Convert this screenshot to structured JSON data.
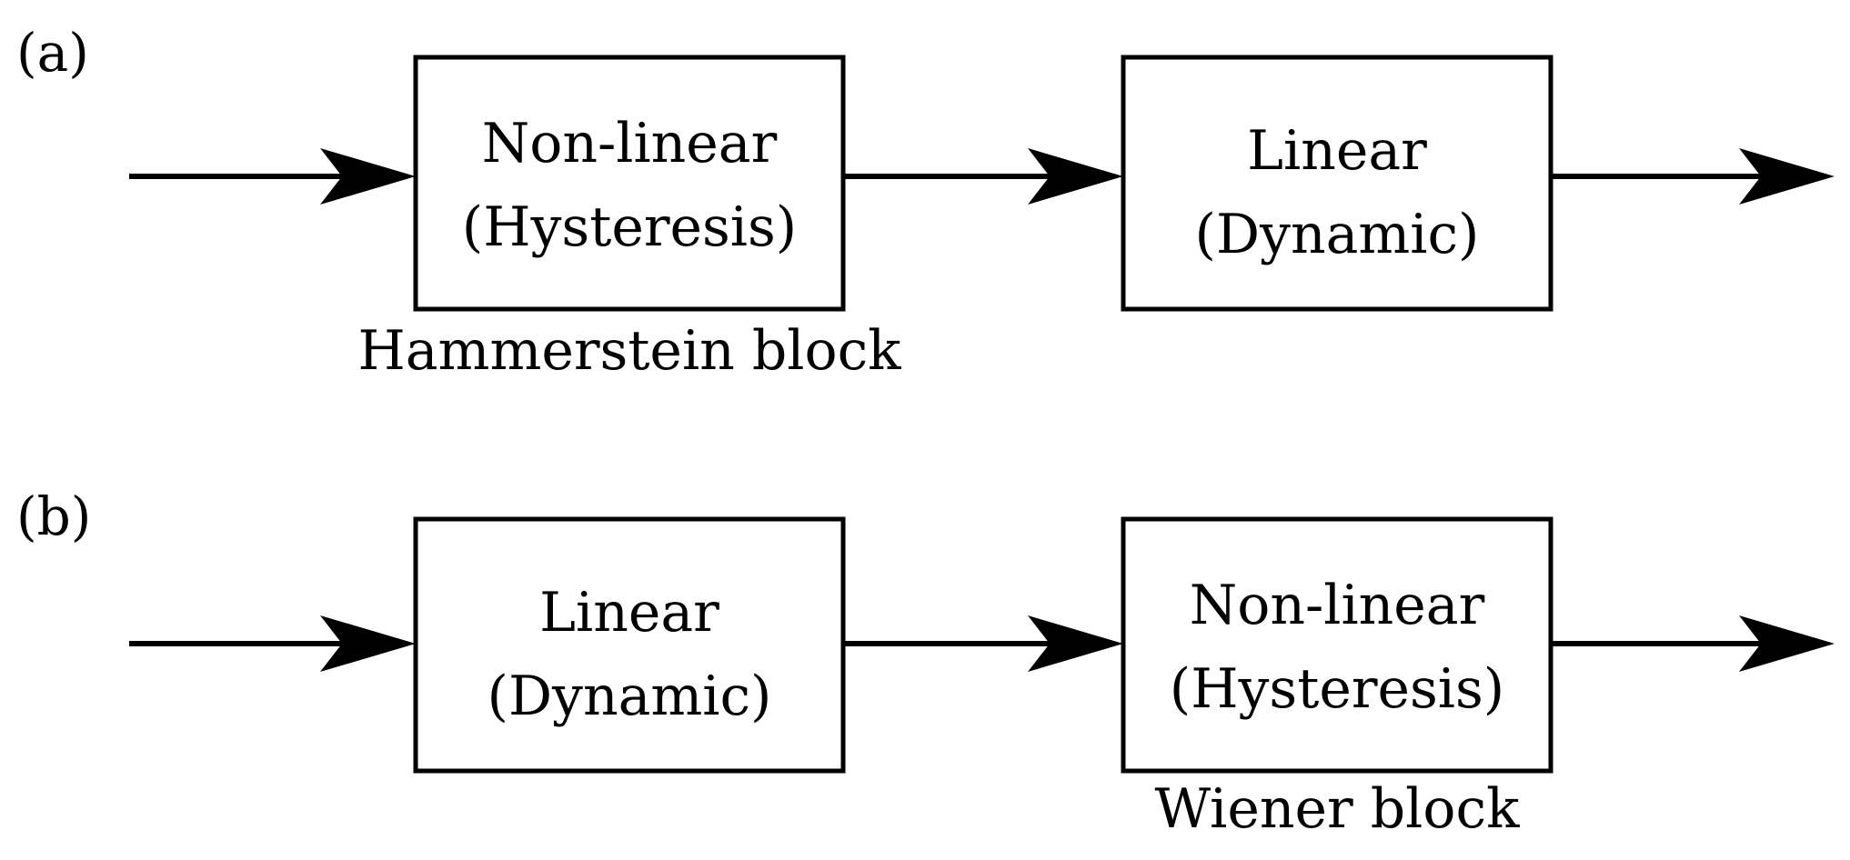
{
  "panels": {
    "a": {
      "label": "(a)",
      "block1": {
        "line1": "Non-linear",
        "line2": "(Hysteresis)"
      },
      "block2": {
        "line1": "Linear",
        "line2": "(Dynamic)"
      },
      "caption": "Hammerstein block"
    },
    "b": {
      "label": "(b)",
      "block1": {
        "line1": "Linear",
        "line2": "(Dynamic)"
      },
      "block2": {
        "line1": "Non-linear",
        "line2": "(Hysteresis)"
      },
      "caption": "Wiener block"
    }
  }
}
